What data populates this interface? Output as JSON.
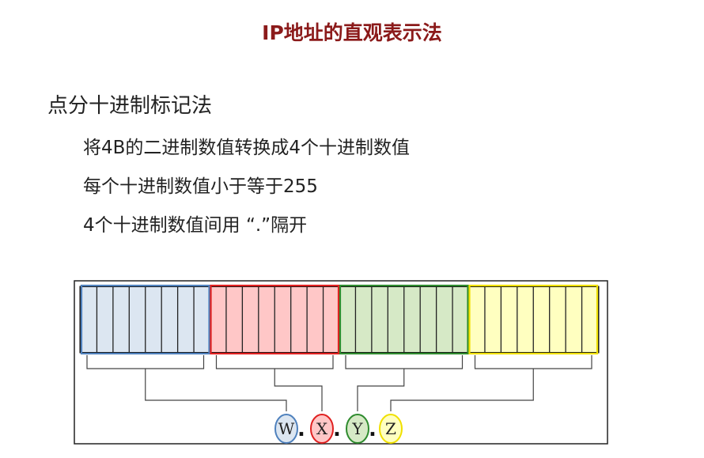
{
  "title": "IP地址的直观表示法",
  "heading": "点分十进制标记法",
  "bullets": [
    "将4B的二进制数值转换成4个十进制数值",
    "每个十进制数值小于等于255",
    "4个十进制数值间用 “.”隔开"
  ],
  "diagram": {
    "octets": [
      {
        "label": "W",
        "fill": "#dce6f1",
        "border": "#4f81bd"
      },
      {
        "label": "X",
        "fill": "#ffc7c7",
        "border": "#e02020"
      },
      {
        "label": "Y",
        "fill": "#d6e9c6",
        "border": "#2e8b2e"
      },
      {
        "label": "Z",
        "fill": "#ffffc0",
        "border": "#f0e000"
      }
    ],
    "bits_per_octet": 8,
    "separator": "."
  }
}
